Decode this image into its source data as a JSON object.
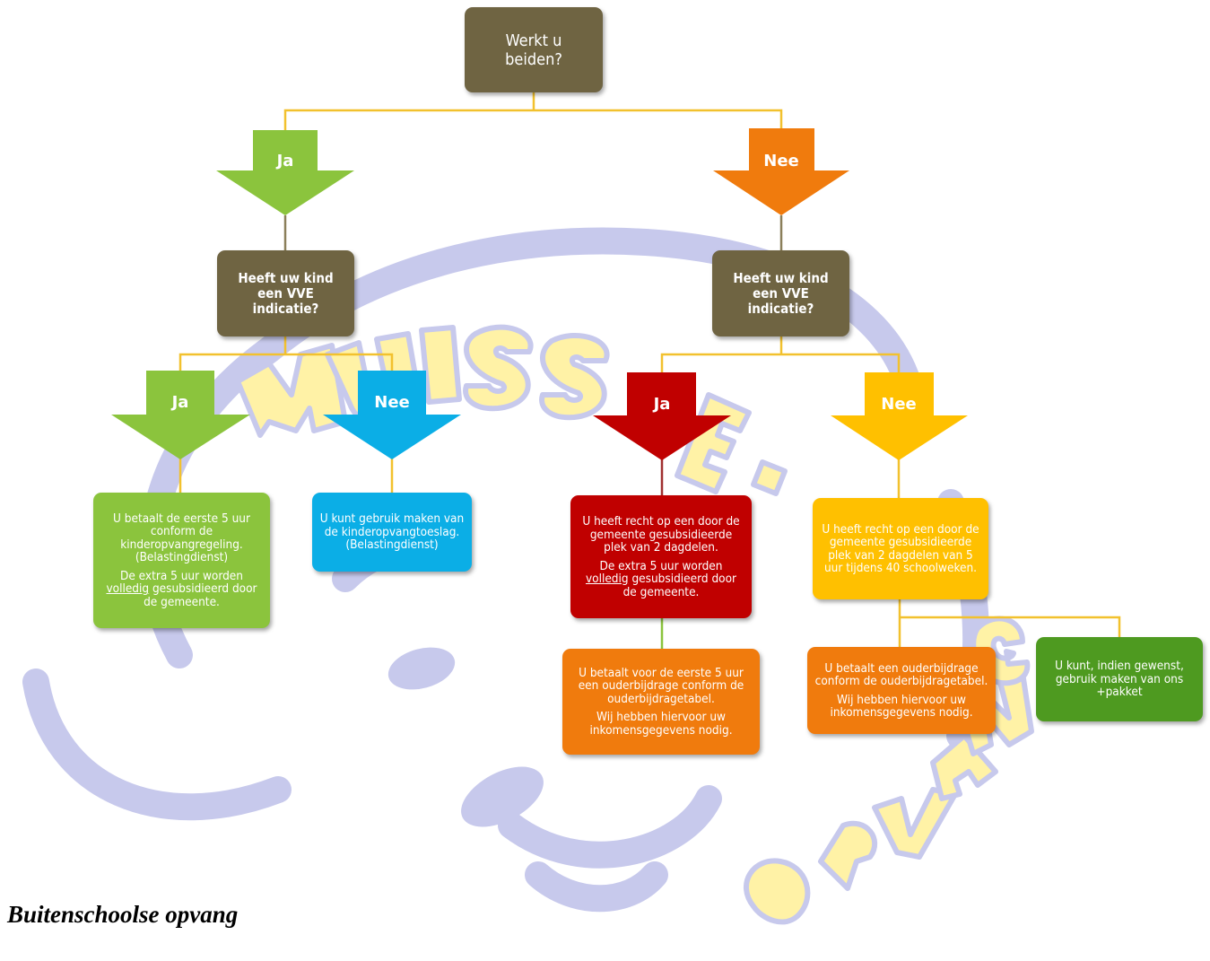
{
  "root": {
    "question_line1": "Werkt u",
    "question_line2": "beiden?"
  },
  "left": {
    "arrow_label": "Ja",
    "question": "Heeft uw kind een VVE indicatie?",
    "yes": {
      "arrow_label": "Ja",
      "box_p1": "U betaalt de eerste 5 uur conform de kinderopvangregeling. (Belastingdienst)",
      "box_p2_before": "De extra 5 uur worden ",
      "box_p2_underlined": "volledig",
      "box_p2_after": "  gesubsidieerd door de gemeente."
    },
    "no": {
      "arrow_label": "Nee",
      "box_text": "U kunt gebruik maken van de kinderopvangtoeslag. (Belastingdienst)"
    }
  },
  "right": {
    "arrow_label": "Nee",
    "question": "Heeft uw kind een VVE indicatie?",
    "yes": {
      "arrow_label": "Ja",
      "box_p1": "U heeft recht op een door de gemeente gesubsidieerde plek van 2 dagdelen.",
      "box_p2_before": "De extra 5 uur worden ",
      "box_p2_underlined": "volledig",
      "box_p2_after": "  gesubsidieerd door de gemeente.",
      "sub_p1": "U betaalt voor de eerste 5 uur een ouderbijdrage conform de ouderbijdragetabel.",
      "sub_p2": "Wij hebben hiervoor uw inkomensgegevens nodig."
    },
    "no": {
      "arrow_label": "Nee",
      "box_text": "U heeft recht op een door de gemeente gesubsidieerde plek van 2 dagdelen van 5 uur tijdens 40 schoolweken.",
      "sub_left_p1": "U betaalt een ouderbijdrage conform de ouderbijdragetabel.",
      "sub_left_p2": "Wij hebben hiervoor uw inkomensgegevens nodig.",
      "sub_right": "U kunt, indien gewenst, gebruik maken van ons +pakket"
    }
  },
  "heading": "Buitenschoolse opvang",
  "colors": {
    "olive": "#6f6442",
    "green": "#8bc43d",
    "cyan": "#0baee6",
    "red": "#c00000",
    "yellow": "#ffc000",
    "orange": "#f07b0d",
    "dark_green": "#4e9a20",
    "connector": "#f2c12e",
    "watermark_lavender": "#c7c9ec",
    "watermark_yellow": "#fff2a6"
  }
}
